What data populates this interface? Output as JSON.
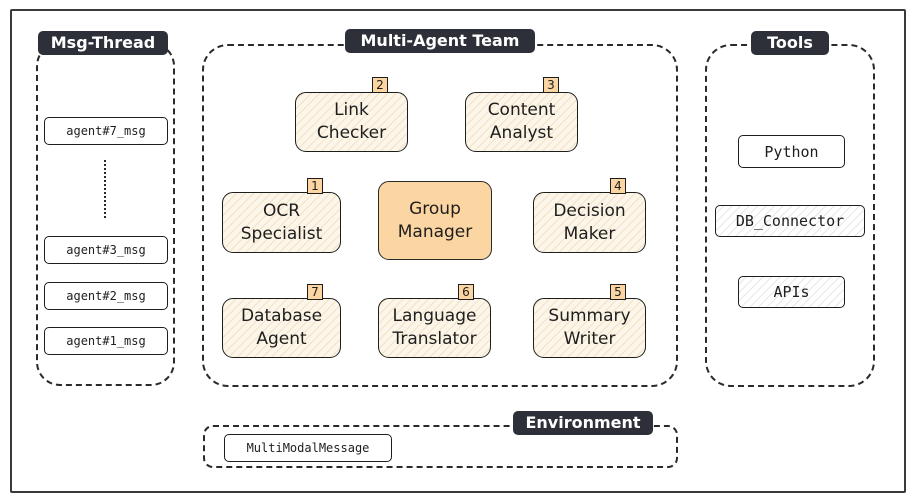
{
  "regions": {
    "msg_thread": "Msg-Thread",
    "team": "Multi-Agent Team",
    "tools": "Tools",
    "environment": "Environment"
  },
  "messages": [
    "agent#7_msg",
    "agent#3_msg",
    "agent#2_msg",
    "agent#1_msg"
  ],
  "agents": {
    "link_checker": {
      "name": "Link\nChecker",
      "order": "2"
    },
    "content_analyst": {
      "name": "Content\nAnalyst",
      "order": "3"
    },
    "ocr_specialist": {
      "name": "OCR\nSpecialist",
      "order": "1"
    },
    "group_manager": {
      "name": "Group\nManager"
    },
    "decision_maker": {
      "name": "Decision\nMaker",
      "order": "4"
    },
    "database_agent": {
      "name": "Database\nAgent",
      "order": "7"
    },
    "language_translator": {
      "name": "Language\nTranslator",
      "order": "6"
    },
    "summary_writer": {
      "name": "Summary\nWriter",
      "order": "5"
    }
  },
  "tools": [
    "Python",
    "DB_Connector",
    "APIs"
  ],
  "environment_message": "MultiModalMessage",
  "colors": {
    "agent_fill": "#fcf5e9",
    "manager_fill": "#fbd5a2",
    "label_bg": "#2d3038"
  }
}
